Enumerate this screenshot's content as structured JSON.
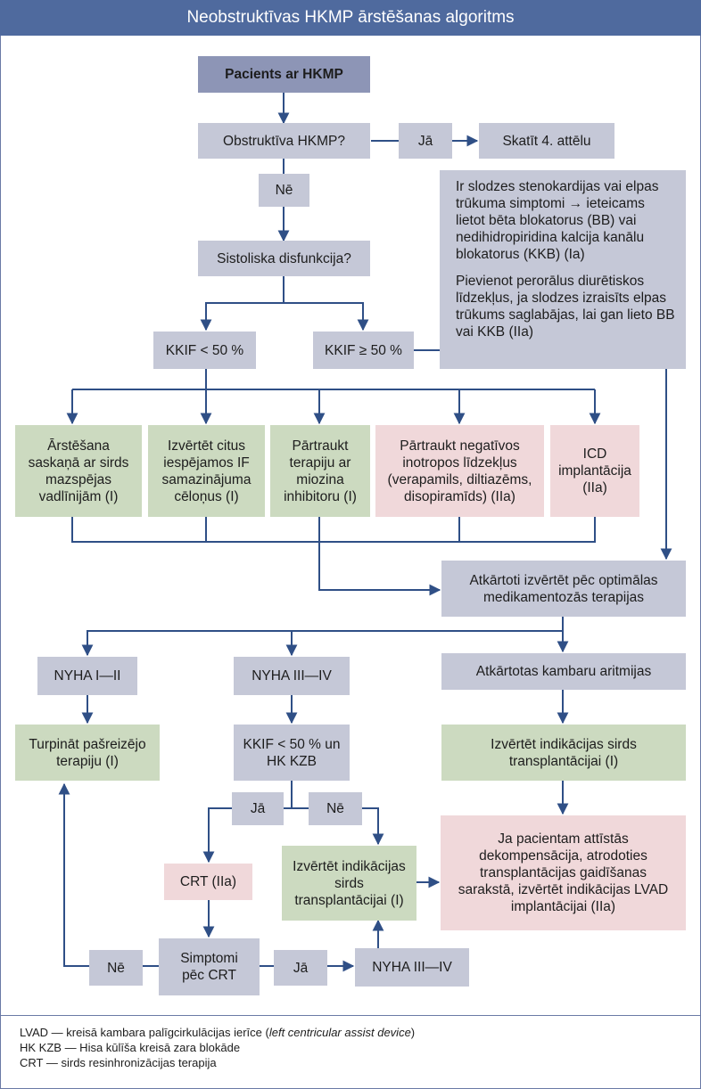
{
  "title": "Neobstruktīvas HKMP ārstēšanas algoritms",
  "nodes": {
    "patient": "Pacients ar HKMP",
    "obstructive": "Obstruktīva HKMP?",
    "yes1": "Jā",
    "see4": "Skatīt 4. attēlu",
    "no1": "Nē",
    "systolic": "Sistoliska disfunkcija?",
    "lvef_lt50": "KKIF < 50 %",
    "lvef_ge50": "KKIF ≥ 50 %",
    "side_p1": "Ir slodzes stenokardijas vai elpas trūkuma simptomi → ieteicams lietot bēta blokatorus (BB) vai nedihidropiridina kalcija kanālu blokatorus (KKB) (Ia)",
    "side_p2": "Pievienot perorālus diurētiskos līdzekļus, ja slodzes izraisīts elpas trūkums saglabājas, lai gan lieto BB vai KKB (IIa)",
    "treat_guidelines": "Ārstēšana saskaņā ar sirds mazspējas vadlīnijām (I)",
    "eval_other": "Izvērtēt citus iespējamos IF samazinājuma cēloņus (I)",
    "stop_myosin": "Pārtraukt terapiju ar miozina inhibitoru (I)",
    "stop_inotropes": "Pārtraukt negatīvos inotropos līdzekļus (verapamils, diltiazēms, disopiramīds) (IIa)",
    "icd": "ICD implantācija (IIa)",
    "reassess": "Atkārtoti izvērtēt pēc optimālas medikamentozās terapijas",
    "nyha12": "NYHA I—II",
    "nyha34": "NYHA III—IV",
    "arrhythmia": "Atkārtotas kambaru aritmijas",
    "continue": "Turpināt pašreizējo terapiju (I)",
    "lvef_lbbb": "KKIF < 50 % un HK KZB",
    "eval_tx_right": "Izvērtēt indikācijas sirds transplantācijai (I)",
    "yes2": "Jā",
    "no2": "Nē",
    "crt": "CRT (IIa)",
    "eval_tx_mid": "Izvērtēt indikācijas sirds transplantācijai (I)",
    "lvad": "Ja pacientam attīstās dekompensācija, atrodoties transplantācijas gaidīšanas sarakstā, izvērtēt indikācijas LVAD implantācijai (IIa)",
    "no3": "Nē",
    "symptoms_crt": "Simptomi pēc CRT",
    "yes3": "Jā",
    "nyha34b": "NYHA III—IV"
  },
  "legend": {
    "lvad_abbr": "LVAD — kreisā kambara palīgcirkulācijas ierīce (",
    "lvad_en": "left centricular assist device",
    "lvad_close": ")",
    "lbbb": "HK KZB — Hisa kūlīša kreisā zara blokāde",
    "crt": "CRT — sirds resinhronizācijas terapija"
  },
  "colors": {
    "header": "#4f6a9e",
    "gray": "#c5c8d7",
    "dark": "#8d95b6",
    "green": "#ccdac0",
    "pink": "#f0d8da",
    "line": "#2f4f86"
  }
}
